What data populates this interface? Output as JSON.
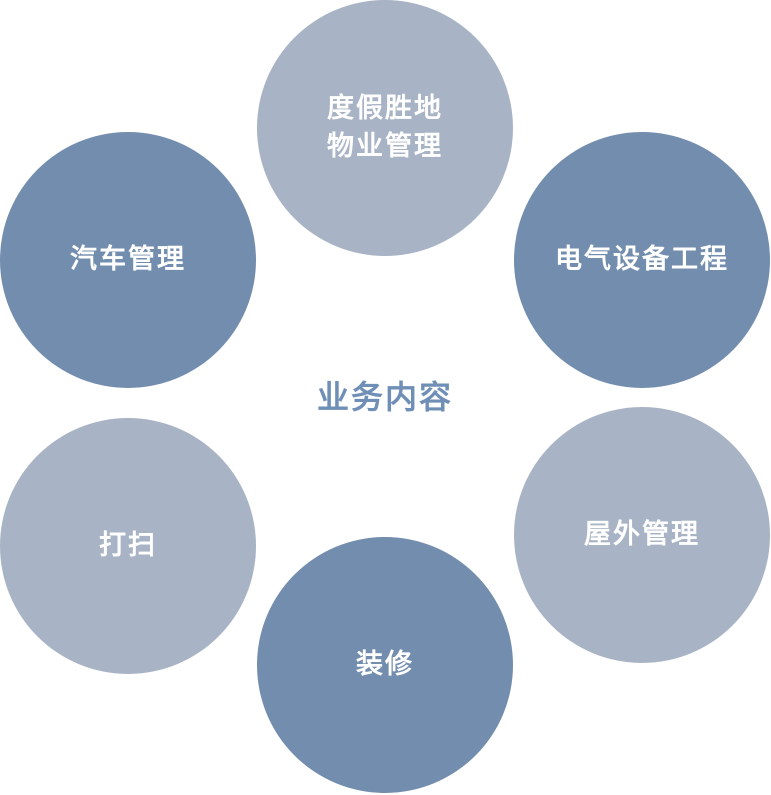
{
  "colors": {
    "dark": "#728dae",
    "light": "#a8b4c5",
    "center_text": "#6f8fb6"
  },
  "center": {
    "title": "业务内容"
  },
  "items": [
    {
      "label": "度假胜地\n物业管理",
      "tone": "light"
    },
    {
      "label": "电气设备工程",
      "tone": "dark"
    },
    {
      "label": "屋外管理",
      "tone": "light"
    },
    {
      "label": "装修",
      "tone": "dark"
    },
    {
      "label": "打扫",
      "tone": "light"
    },
    {
      "label": "汽车管理",
      "tone": "dark"
    }
  ]
}
